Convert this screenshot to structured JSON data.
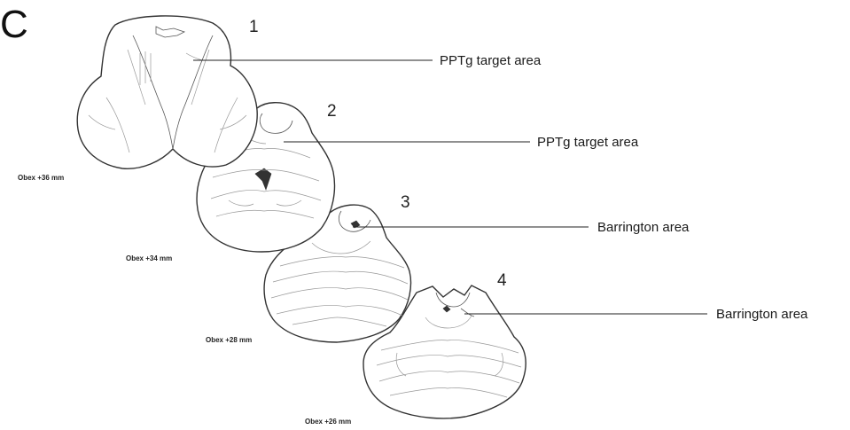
{
  "figure": {
    "panel_letter": "C",
    "sections": [
      {
        "number": "1",
        "level": "Obex +36 mm",
        "target": "PPTg target area"
      },
      {
        "number": "2",
        "level": "Obex +34 mm",
        "target": "PPTg target area"
      },
      {
        "number": "3",
        "level": "Obex +28 mm",
        "target": "Barrington area"
      },
      {
        "number": "4",
        "level": "Obex +26 mm",
        "target": "Barrington area"
      }
    ]
  }
}
